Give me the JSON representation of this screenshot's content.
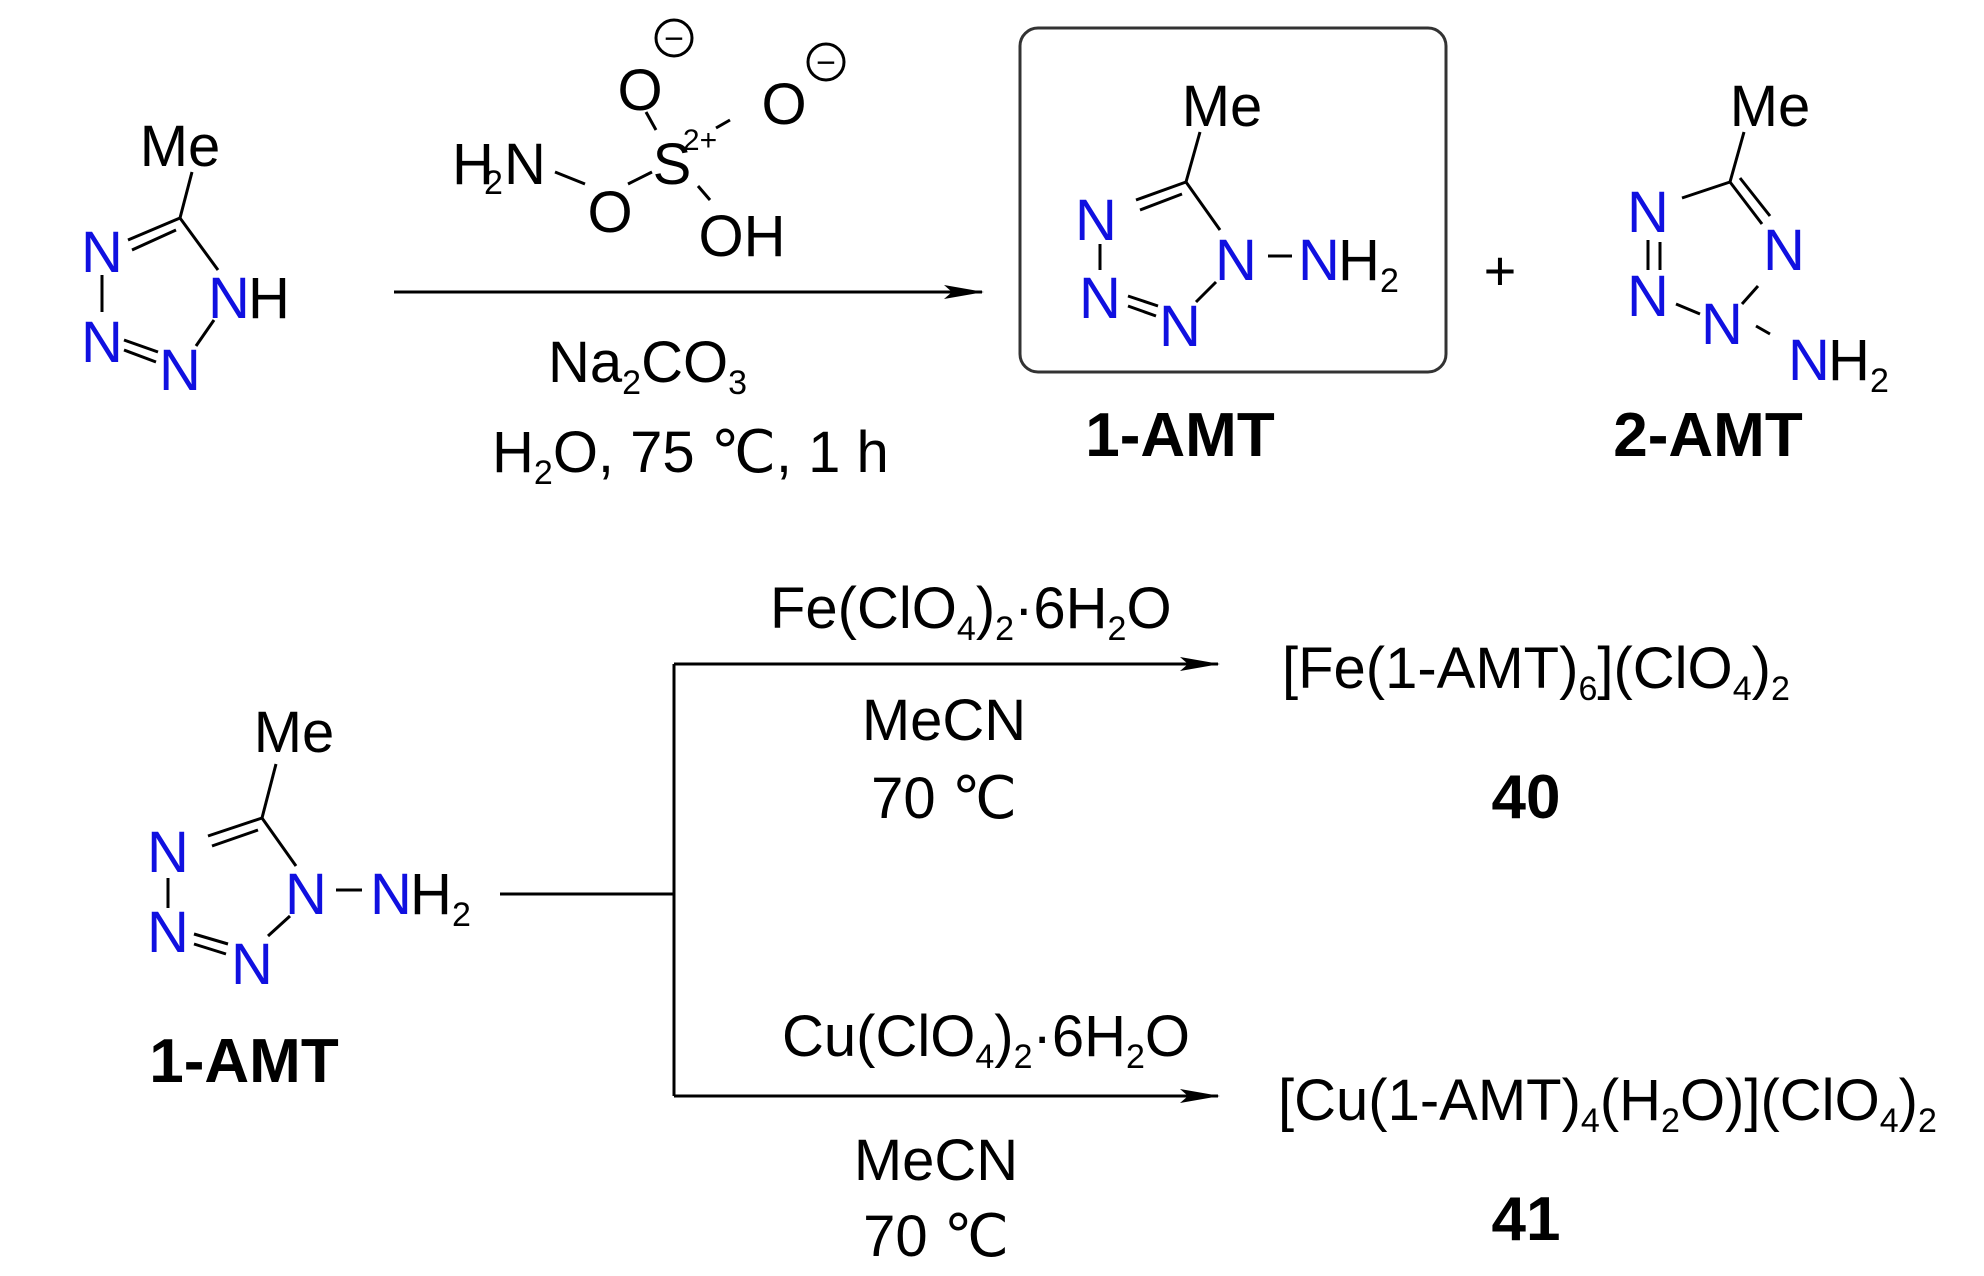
{
  "colors": {
    "ink": "#000000",
    "nitrogen": "#1010e0",
    "box_border": "#333333"
  },
  "atoms": {
    "N": "N",
    "NH": "NH",
    "NH2_main": "NH",
    "sub_2": "2",
    "Me": "Me",
    "O": "O",
    "S": "S",
    "OH": "OH",
    "H": "H",
    "charge_2plus": "2+",
    "minus": "−"
  },
  "step1": {
    "reagent_line1": {
      "a": "Na",
      "b": "2",
      "c": "CO",
      "d": "3"
    },
    "reagent_line2": {
      "a": "H",
      "b": "2",
      "c": "O, 75 ℃, 1 h"
    },
    "product_major_label": "1-AMT",
    "product_minor_label": "2-AMT",
    "plus": "+"
  },
  "step2": {
    "start_label": "1-AMT",
    "upper_branch": {
      "reagent": {
        "a": "Fe(ClO",
        "b": "4",
        "c": ")",
        "d": "2",
        "e": "·6H",
        "f": "2",
        "g": "O"
      },
      "solvent": "MeCN",
      "temperature": "70 ℃",
      "product": {
        "a": "[Fe(1-AMT)",
        "b": "6",
        "c": "](ClO",
        "d": "4",
        "e": ")",
        "f": "2"
      },
      "compound_number": "40"
    },
    "lower_branch": {
      "reagent": {
        "a": "Cu(ClO",
        "b": "4",
        "c": ")",
        "d": "2",
        "e": "·6H",
        "f": "2",
        "g": "O"
      },
      "solvent": "MeCN",
      "temperature": "70 ℃",
      "product": {
        "a": "[Cu(1-AMT)",
        "b": "4",
        "c": "(H",
        "d": "2",
        "e": "O)](ClO",
        "f": "4",
        "g": ")",
        "h": "2"
      },
      "compound_number": "41"
    }
  }
}
